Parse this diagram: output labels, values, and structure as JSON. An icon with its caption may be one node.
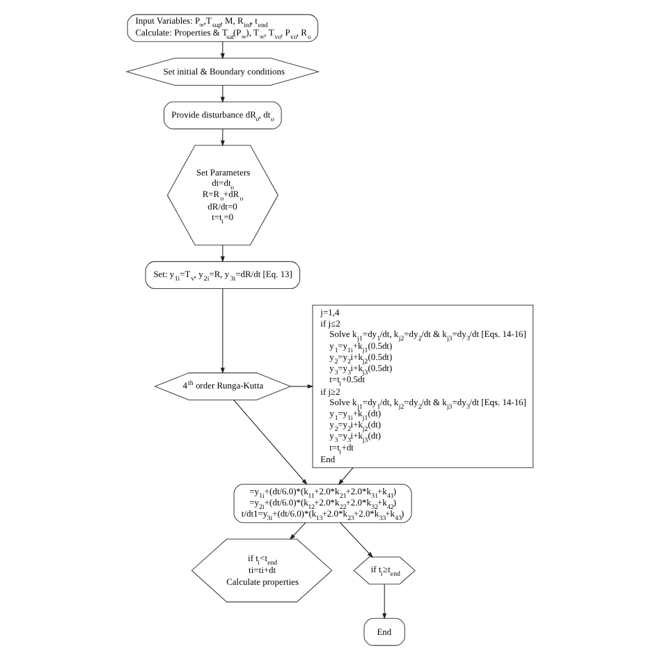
{
  "diagram": {
    "nodes": [
      {
        "text": [
          "Input Variables: P$_{∞}$,T$_{sup}$, M, R$_{inf}$, t$_{end}$",
          "Calculate: Properties & T$_{sat}$(P$_{∞}$), T$_{∞}$, T$_{vo}$, P$_{vo}$, R$_{o}$"
        ]
      },
      {
        "text": [
          "Set initial & Boundary conditions"
        ]
      },
      {
        "text": [
          "Provide disturbance dR$_{o}$, dt$_{o}$"
        ]
      },
      {
        "text": [
          "Set Parameters",
          "dt=dt$_{o}$",
          "R=R$_{o}$+dR$_{o}$",
          "dR/dt=0",
          "t=t$_{i}$=0"
        ]
      },
      {
        "text": [
          "Set: y$_{1i}$=T$_{v}$, y$_{2i}$=R, y$_{3i}$=dR/dt [Eq. 13]"
        ]
      },
      {
        "text": [
          "4$^{th}$ order Runga-Kutta"
        ]
      },
      {
        "text": [
          "j=1,4",
          "if j≤2",
          "Solve k$_{j1}$=dy$_{1}$/dt, k$_{j2}$=dy$_{2}$/dt & k$_{j3}$=dy$_{3}$/dt [Eqs. 14-16]",
          "y$_{1}$=y$_{1i}$+k$_{j1}$(0.5dt)",
          "y$_{2}$=y$_{2}$i+k$_{j2}$(0.5dt)",
          "y$_{3}$=y$_{3}$i+k$_{j3}$(0.5dt)",
          "t=t$_{i}$+0.5dt",
          "if j≥2",
          "Solve k$_{j1}$=dy$_{1}$/dt, k$_{j2}$=dy$_{2}$/dt & k$_{j3}$=dy$_{3}$/dt [Eqs. 14-16]",
          "y$_{1}$=y$_{1i}$+k$_{j1}$(dt)",
          "y$_{2}$=y$_{2}$i+k$_{j2}$(dt)",
          "y$_{3}$=y$_{3}$i+k$_{j3}$(dt)",
          "t=t$_{i}$+dt",
          "End"
        ]
      },
      {
        "text": [
          "=y$_{1i}$+(dt/6.0)*(k$_{11}$+2.0*k$_{21}$+2.0*k$_{31}$+k$_{41}$)",
          "=y$_{2i}$+(dt/6.0)*(k$_{12}$+2.0*k$_{22}$+2.0*k$_{32}$+k$_{42}$)",
          "t/dt1=y$_{3i}$+(dt/6.0)*(k$_{13}$+2.0*k$_{23}$+2.0*k$_{33}$+k$_{43}$)"
        ]
      },
      {
        "text": [
          "if t$_{i}$<t$_{end}$",
          "ti=ti+dt",
          "Calculate properties"
        ]
      },
      {
        "text": [
          "if t$_{i}$≥t$_{end}$"
        ]
      },
      {
        "text": [
          "End"
        ]
      }
    ],
    "edges": [
      {
        "from": 0,
        "to": 1,
        "arrow": "to"
      },
      {
        "from": 1,
        "to": 2,
        "arrow": "to"
      },
      {
        "from": 2,
        "to": 3,
        "arrow": "to"
      },
      {
        "from": 3,
        "to": 4,
        "arrow": "to"
      },
      {
        "from": 4,
        "to": 5,
        "arrow": "to"
      },
      {
        "from": 5,
        "to": 6,
        "arrow": "to"
      },
      {
        "from": 5,
        "to": 7,
        "arrow": "to"
      },
      {
        "from": 6,
        "to": 7,
        "arrow": "to"
      },
      {
        "from": 7,
        "to": 8,
        "arrow": "to"
      },
      {
        "from": 7,
        "to": 9,
        "arrow": "to"
      },
      {
        "from": 9,
        "to": 10,
        "arrow": "to"
      }
    ]
  }
}
